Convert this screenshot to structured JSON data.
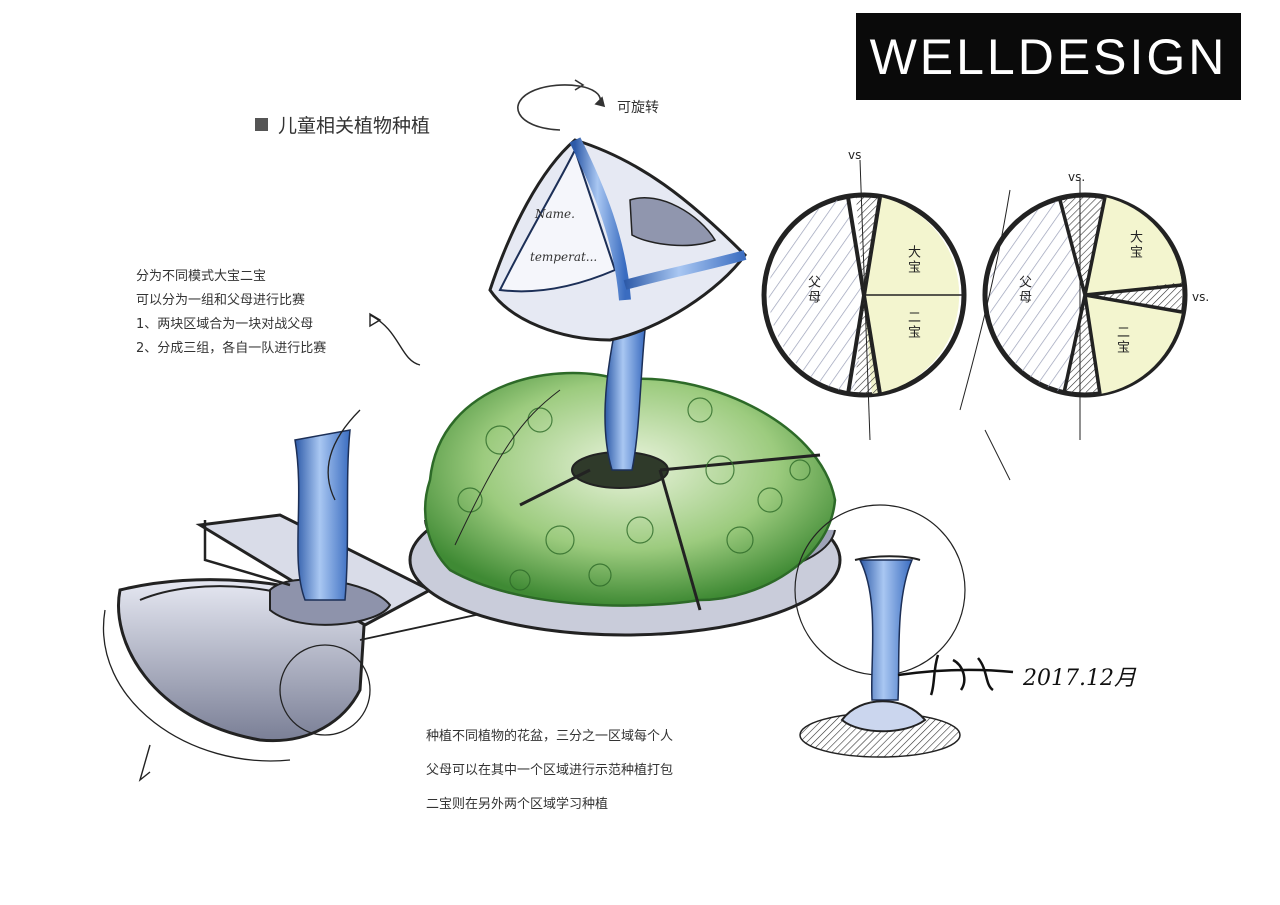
{
  "brand": {
    "logo_text": "WELLDESIGN",
    "logo_bg": "#0a0a0a",
    "logo_fg": "#ffffff"
  },
  "title": "儿童相关植物种植",
  "rotate_label": "可旋转",
  "notes_left": [
    "分为不同模式大宝二宝",
    "可以分为一组和父母进行比赛",
    "1、两块区域合为一块对战父母",
    "2、分成三组，各自一队进行比赛"
  ],
  "notes_bottom": [
    "种植不同植物的花盆，三分之一区域每个人",
    "父母可以在其中一个区域进行示范种植打包",
    "二宝则在另外两个区域学习种植"
  ],
  "screen_labels": {
    "name": "Name.",
    "temperature": "temperat..."
  },
  "diagram_1": {
    "vs": "vs",
    "parents": "父母",
    "elder": "大宝",
    "younger": "二宝"
  },
  "diagram_2": {
    "vs_top": "vs.",
    "vs_right": "vs.",
    "parents": "父母",
    "elder": "大宝",
    "younger": "二宝"
  },
  "signature_date": "2017.12月",
  "colors": {
    "plant_green": "#4f9a3c",
    "accent_blue": "#5b8fd6",
    "diagram_fill": "#f3f5cf",
    "hatch": "#8a8fa8"
  }
}
